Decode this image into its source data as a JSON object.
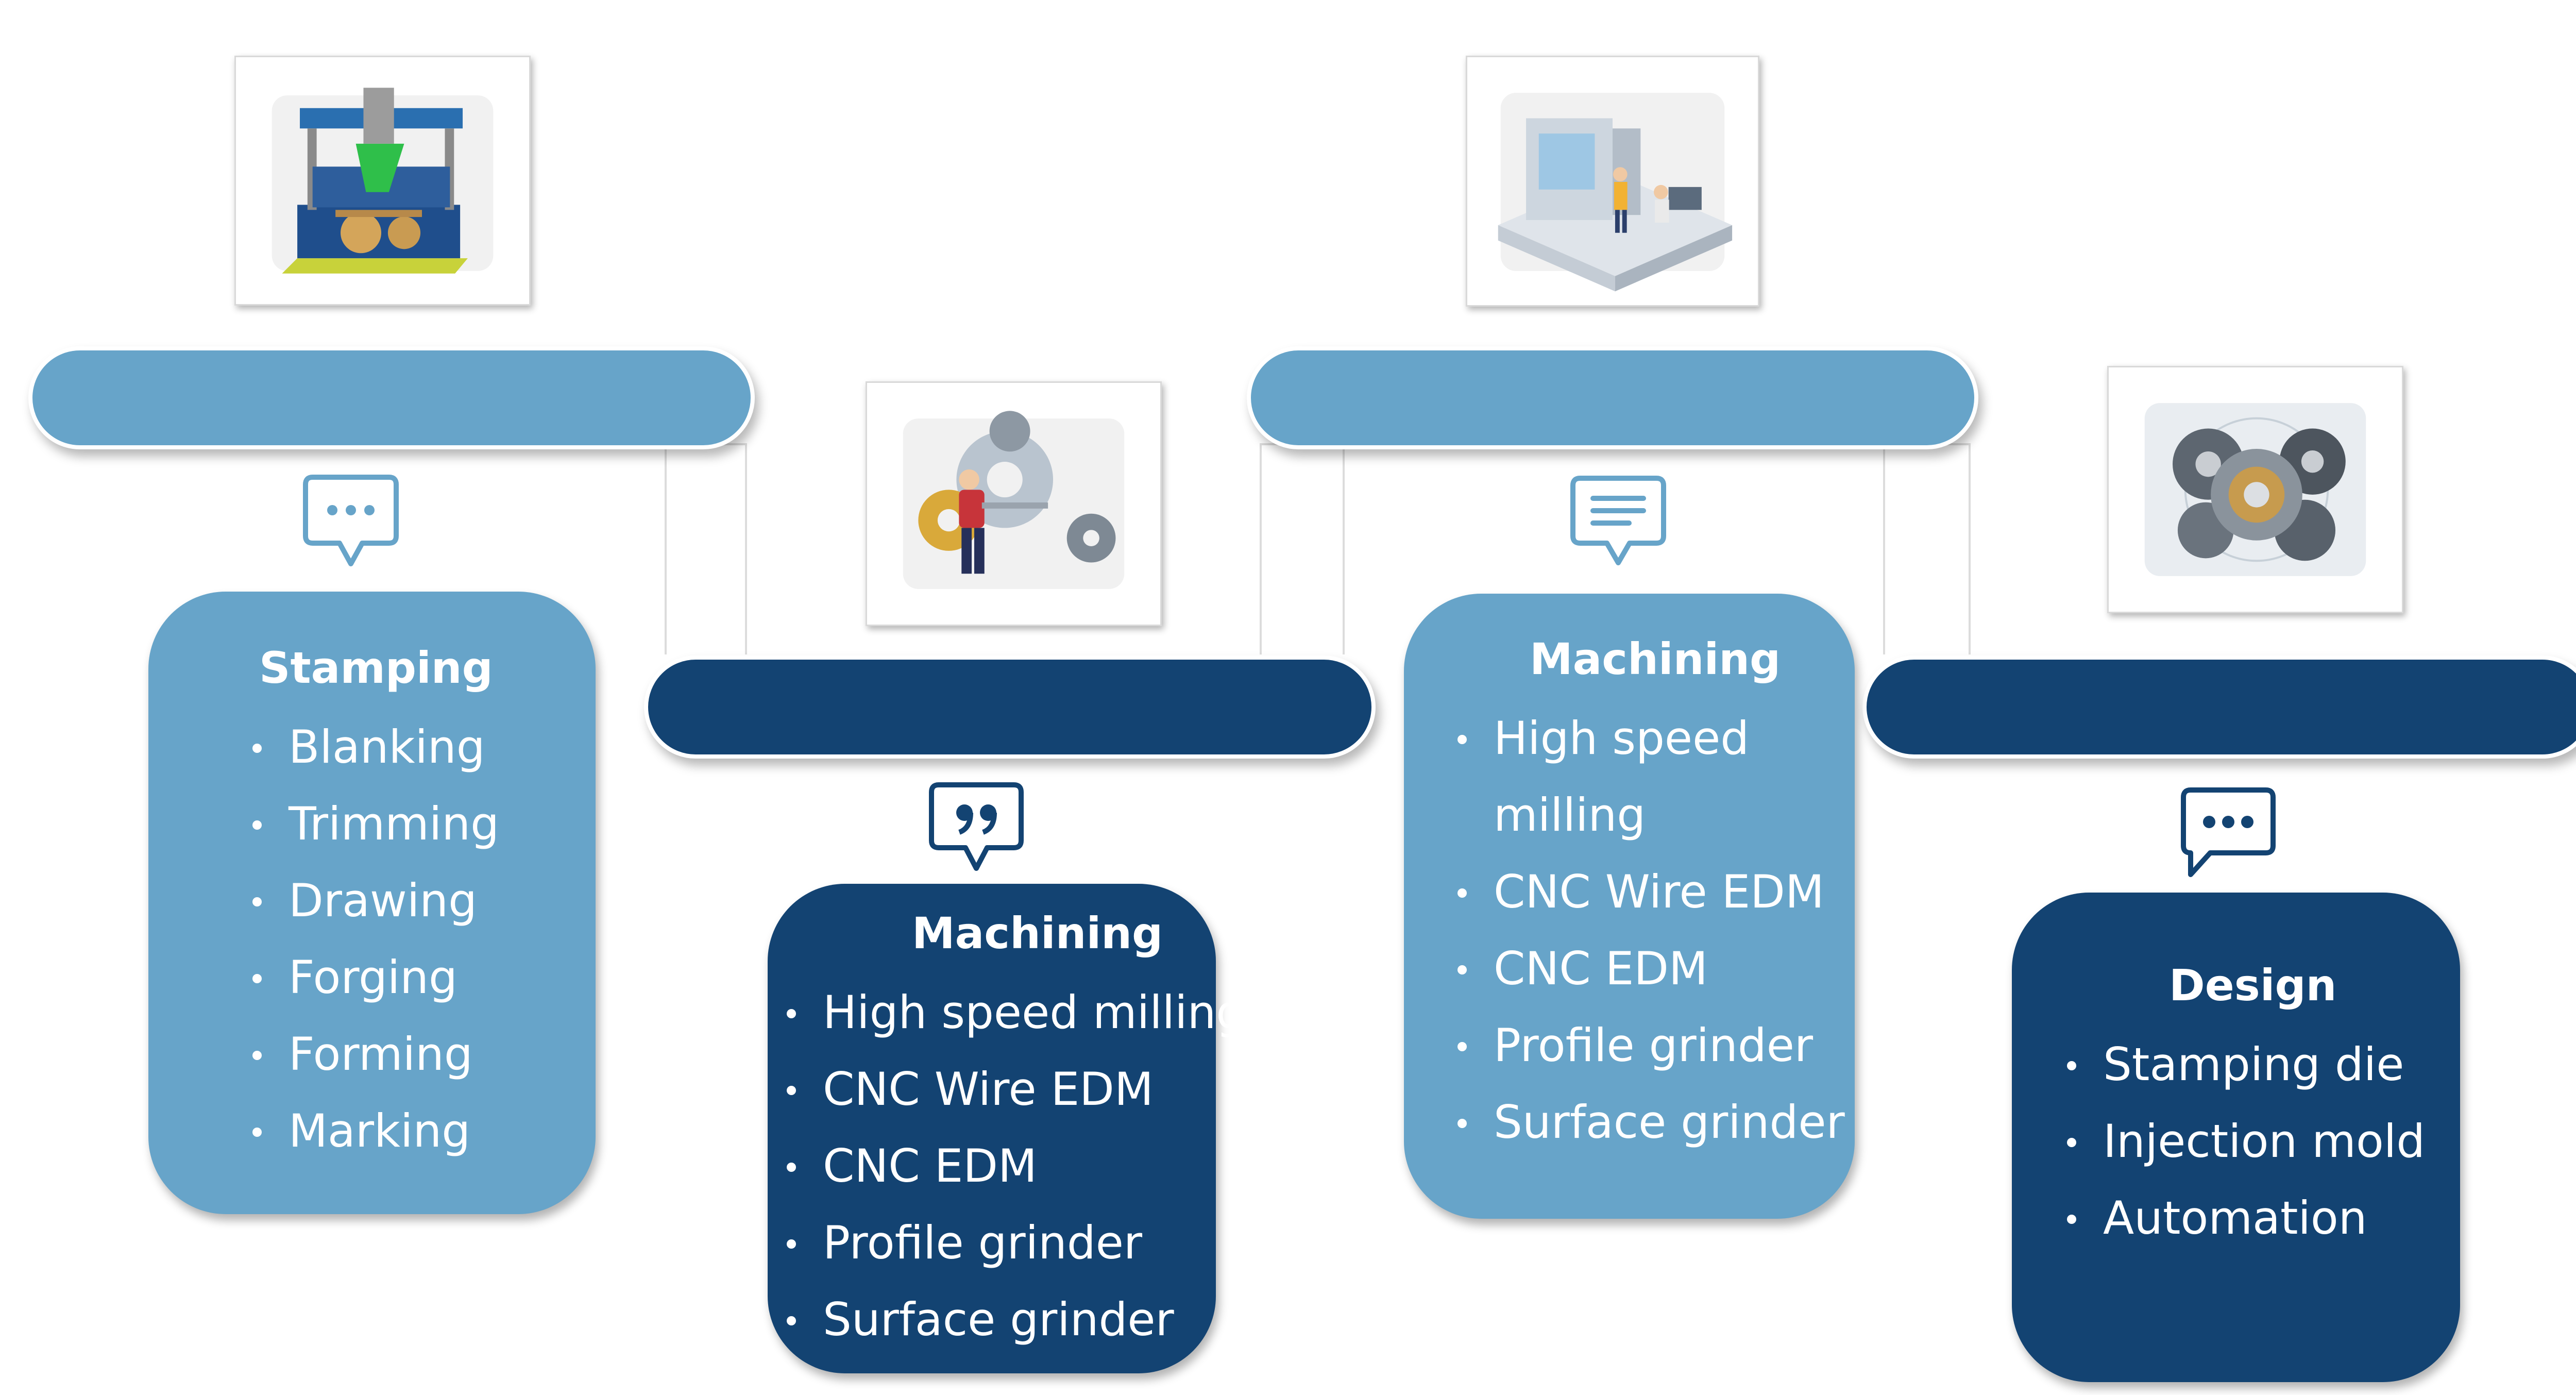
{
  "colors": {
    "light_blue": "#67a4c9",
    "dark_blue": "#134372",
    "white": "#ffffff"
  },
  "stages": [
    {
      "title": "Stamping",
      "items": [
        "Blanking",
        "Trimming",
        "Drawing",
        "Forging",
        "Forming",
        "Marking"
      ],
      "icon": "speech-bubble-dots-icon",
      "image": "stamping-die-press-image"
    },
    {
      "title": "Machining",
      "items": [
        "High speed milling",
        "CNC Wire EDM",
        "CNC EDM",
        "Profile grinder",
        "Surface grinder"
      ],
      "icon": "speech-bubble-quote-icon",
      "image": "worker-with-gears-image"
    },
    {
      "title": "Machining",
      "items": [
        "High speed",
        "milling",
        "CNC Wire EDM",
        "CNC EDM",
        "Profile grinder",
        "Surface grinder"
      ],
      "icon": "speech-bubble-lines-icon",
      "image": "cnc-machine-operator-image"
    },
    {
      "title": "Design",
      "items": [
        "Stamping die",
        "Injection mold",
        "Automation"
      ],
      "icon": "speech-bubble-dots-icon",
      "image": "gear-mechanism-image"
    }
  ]
}
